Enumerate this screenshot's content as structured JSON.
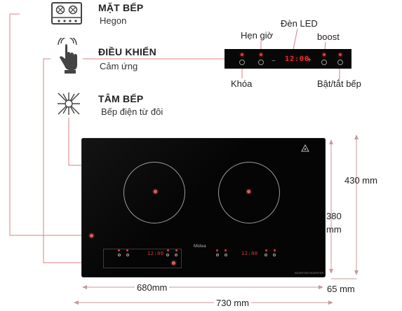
{
  "features": [
    {
      "title": "MẶT BẾP",
      "subtitle": "Hegon",
      "icon": "burner-grid-icon"
    },
    {
      "title": "ĐIỀU KHIỂN",
      "subtitle": "Cảm ứng",
      "icon": "touch-hand-icon"
    },
    {
      "title": "TÂM BẾP",
      "subtitle": "Bếp điện từ đôi",
      "icon": "induction-spark-icon"
    }
  ],
  "control_panel": {
    "led_display": "12:00",
    "labels": {
      "timer": "Hẹn giờ",
      "led": "Đèn LED",
      "boost": "boost",
      "lock": "Khóa",
      "power": "Bật/tắt bếp"
    },
    "minus": "−",
    "plus": "+"
  },
  "cooktop": {
    "brand": "Midea",
    "left_display": "12:00",
    "right_display": "12:00",
    "badge": "INVERTER INVERTER"
  },
  "dimensions": {
    "depth": "430  mm",
    "inner_depth_value": "380",
    "inner_depth_unit": "mm",
    "inner_width": "680mm",
    "outer_width": "730 mm",
    "offset": "65 mm"
  },
  "colors": {
    "callout_line": "#d98080",
    "led": "#ff3b3b",
    "glass": "#050505"
  }
}
